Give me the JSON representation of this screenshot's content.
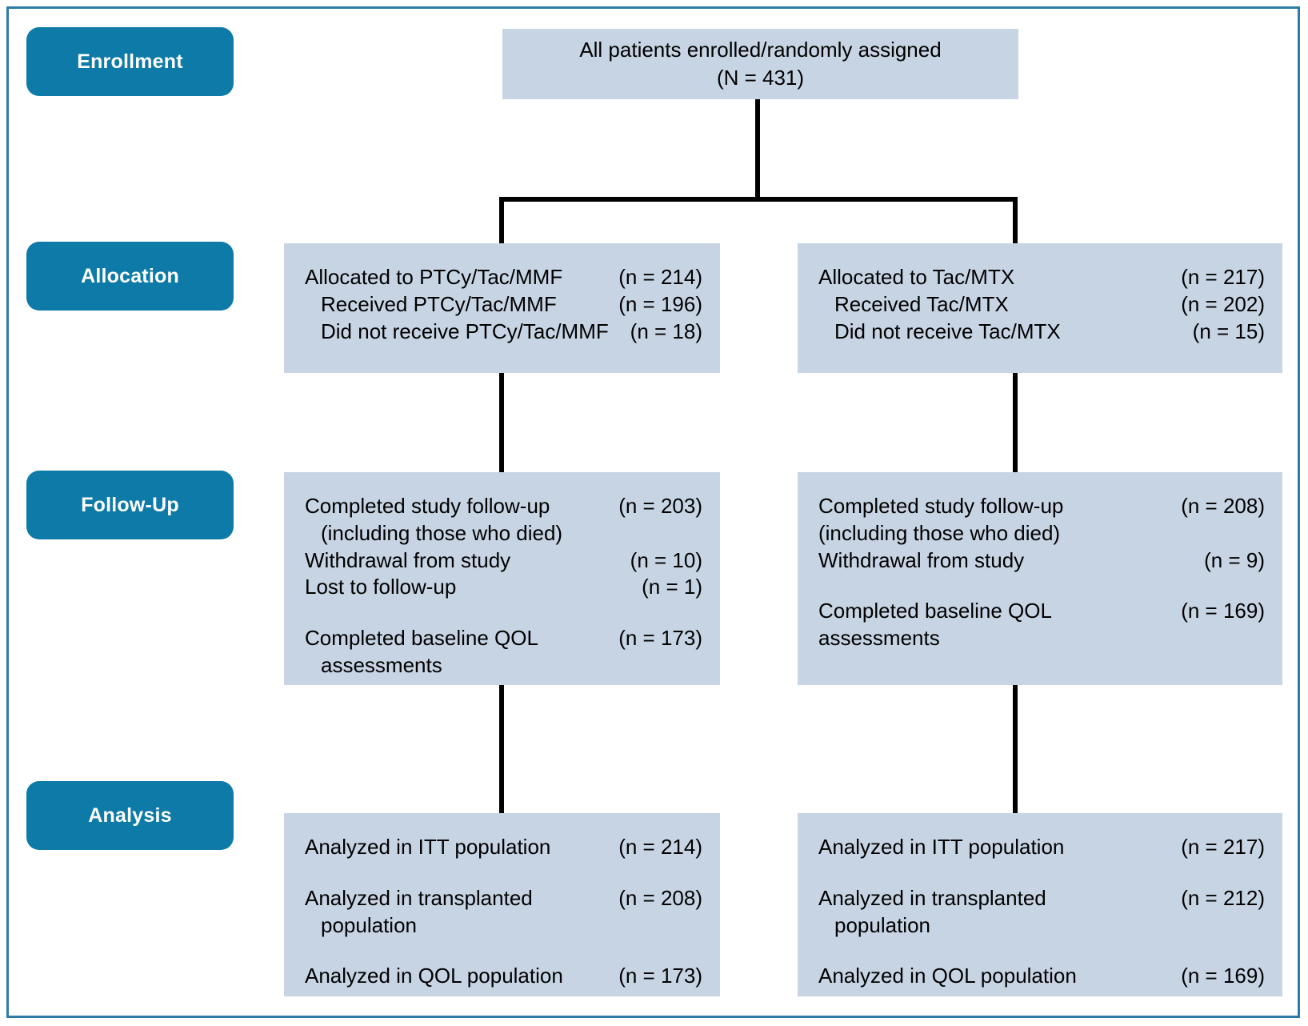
{
  "figure": {
    "type": "consort-flow-diagram",
    "frame_color": "#2e7ca6",
    "badge_color": "#0d7aa7",
    "box_color": "#c7d4e4",
    "line_color": "#000000"
  },
  "stages": {
    "enrollment": "Enrollment",
    "allocation": "Allocation",
    "followup": "Follow-Up",
    "analysis": "Analysis"
  },
  "enrollment_box": {
    "line1": "All patients enrolled/randomly assigned",
    "line2": "(N = 431)"
  },
  "allocation": {
    "left": [
      {
        "label": "Allocated to PTCy/Tac/MMF",
        "count": "(n = 214)"
      },
      {
        "label": "Received PTCy/Tac/MMF",
        "count": "(n = 196)"
      },
      {
        "label": "Did not receive PTCy/Tac/MMF",
        "count": "(n = 18)"
      }
    ],
    "right": [
      {
        "label": "Allocated to Tac/MTX",
        "count": "(n = 217)"
      },
      {
        "label": "Received Tac/MTX",
        "count": "(n = 202)"
      },
      {
        "label": "Did not receive Tac/MTX",
        "count": "(n = 15)"
      }
    ]
  },
  "followup": {
    "left": [
      {
        "label": "Completed study follow-up",
        "count": "(n = 203)"
      },
      {
        "label": "(including those who died)",
        "count": ""
      },
      {
        "label": "Withdrawal from study",
        "count": "(n = 10)"
      },
      {
        "label": "Lost to follow-up",
        "count": "(n = 1)"
      },
      {
        "label": "Completed baseline QOL",
        "count": "(n = 173)"
      },
      {
        "label": "assessments",
        "count": ""
      }
    ],
    "right": [
      {
        "label": "Completed study follow-up",
        "count": "(n = 208)"
      },
      {
        "label": "(including those who died)",
        "count": ""
      },
      {
        "label": "Withdrawal from study",
        "count": "(n = 9)"
      },
      {
        "label": "Completed baseline QOL",
        "count": "(n = 169)"
      },
      {
        "label": "assessments",
        "count": ""
      }
    ]
  },
  "analysis": {
    "left": [
      {
        "label": "Analyzed in ITT population",
        "count": "(n = 214)"
      },
      {
        "label": "Analyzed in transplanted",
        "count": "(n = 208)"
      },
      {
        "label": "population",
        "count": ""
      },
      {
        "label": "Analyzed in QOL population",
        "count": "(n = 173)"
      }
    ],
    "right": [
      {
        "label": "Analyzed in ITT population",
        "count": "(n = 217)"
      },
      {
        "label": "Analyzed in transplanted",
        "count": "(n = 212)"
      },
      {
        "label": "population",
        "count": ""
      },
      {
        "label": "Analyzed in QOL population",
        "count": "(n = 169)"
      }
    ]
  }
}
